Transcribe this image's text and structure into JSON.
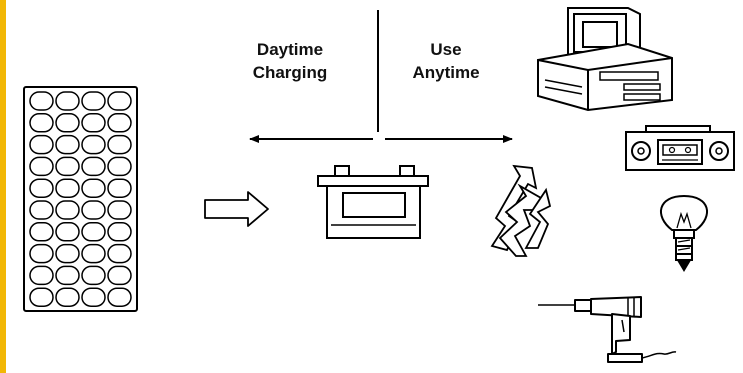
{
  "labels": {
    "left_line1": "Daytime",
    "left_line2": "Charging",
    "right_line1": "Use",
    "right_line2": "Anytime"
  },
  "diagram": {
    "source": "solar-panel",
    "storage": "battery",
    "loads": [
      "computer",
      "radio",
      "light-bulb",
      "power-drill"
    ],
    "colors": {
      "accent_bar": "#f2b705",
      "line": "#000000"
    }
  }
}
